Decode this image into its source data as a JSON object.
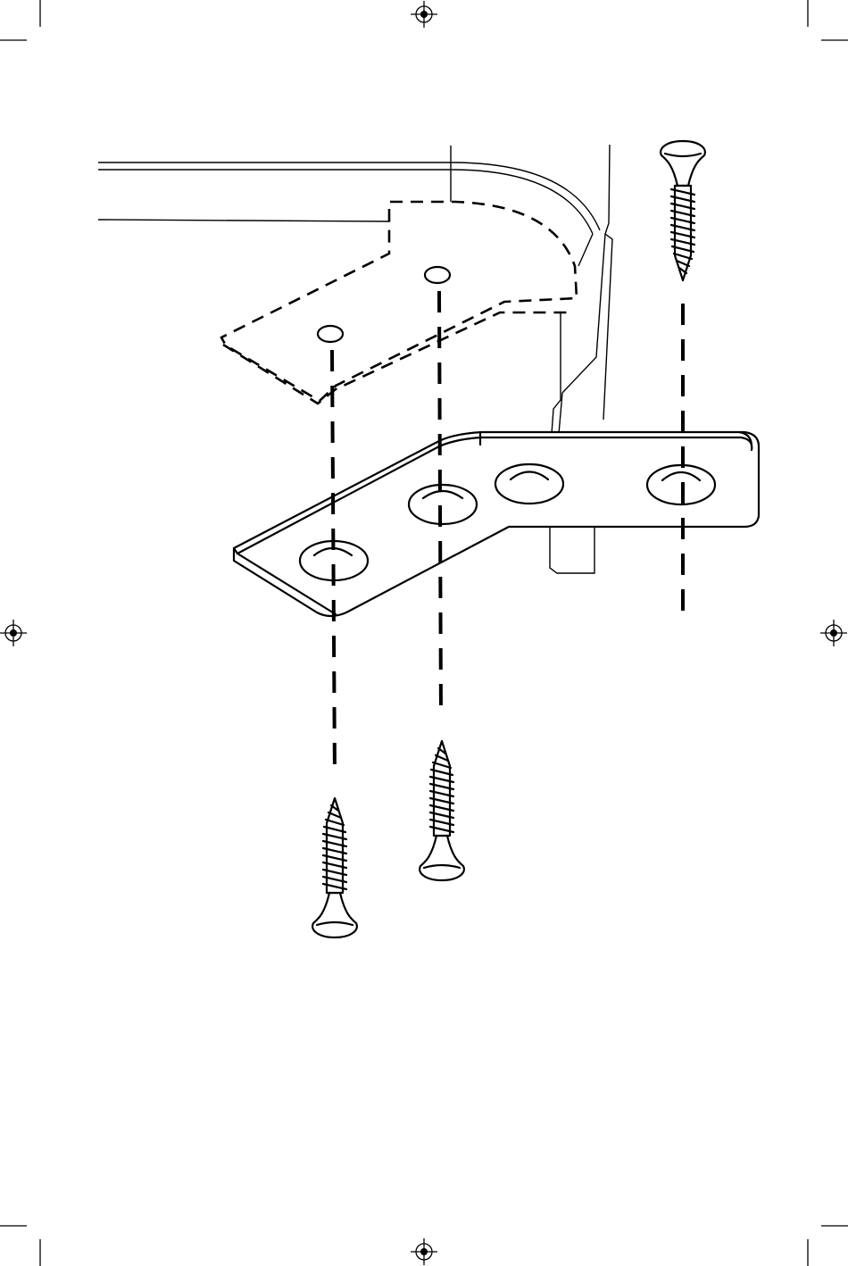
{
  "figure": {
    "type": "assembly-diagram",
    "parts": [
      "corner-bracket",
      "screw",
      "screw",
      "screw"
    ],
    "colors": {
      "line": "#000000",
      "background": "#ffffff"
    }
  }
}
